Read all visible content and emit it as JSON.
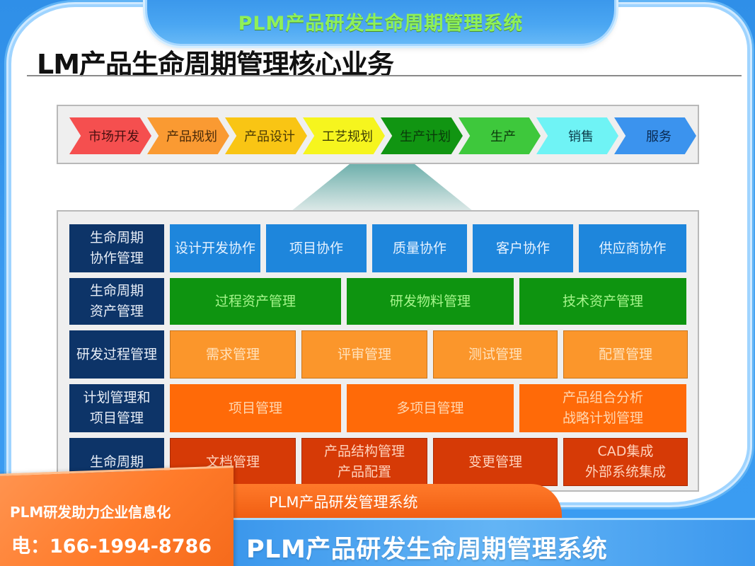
{
  "top_banner": {
    "title": "PLM产品研发生命周期管理系统",
    "title_color": "#8ff05a"
  },
  "document": {
    "title": "LM产品生命周期管理核心业务"
  },
  "process_flow": {
    "stages": [
      {
        "label": "市场开发",
        "color": "#f54f4f",
        "text_color": "#4a1010"
      },
      {
        "label": "产品规划",
        "color": "#fa9a32",
        "text_color": "#4a2a08"
      },
      {
        "label": "产品设计",
        "color": "#f9c514",
        "text_color": "#4a3a05"
      },
      {
        "label": "工艺规划",
        "color": "#f6f51e",
        "text_color": "#3e3e05"
      },
      {
        "label": "生产计划",
        "color": "#119512",
        "text_color": "#0a3a0a"
      },
      {
        "label": "生产",
        "color": "#3ec83c",
        "text_color": "#0c3a0c"
      },
      {
        "label": "销售",
        "color": "#6ff3f5",
        "text_color": "#0c3c4a"
      },
      {
        "label": "服务",
        "color": "#3b93ee",
        "text_color": "#0a2a52"
      }
    ]
  },
  "business_grid": {
    "rows": [
      {
        "header": "生命周期\n协作管理",
        "color": "#1e86dc",
        "cells": [
          "设计开发协作",
          "项目协作",
          "质量协作",
          "客户协作",
          "供应商协作"
        ]
      },
      {
        "header": "生命周期\n资产管理",
        "color": "#0e9410",
        "cells": [
          "过程资产管理",
          "研发物料管理",
          "技术资产管理"
        ]
      },
      {
        "header": "研发过程管理",
        "color": "#fb962b",
        "cells": [
          "需求管理",
          "评审管理",
          "测试管理",
          "配置管理"
        ]
      },
      {
        "header": "计划管理和\n项目管理",
        "color": "#ff6a08",
        "cells": [
          "项目管理",
          "多项目管理",
          "产品组合分析\n战略计划管理"
        ]
      },
      {
        "header": "生命周期",
        "color": "#d63a06",
        "cells": [
          "文档管理",
          "产品结构管理\n产品配置",
          "变更管理",
          "CAD集成\n外部系统集成"
        ]
      }
    ]
  },
  "footer": {
    "subtitle": "PLM产品研发管理系统",
    "main_title": "PLM产品研发生命周期管理系统",
    "contact": {
      "slogan": "PLM研发助力企业信息化",
      "phone": "电：166-1994-8786"
    }
  }
}
